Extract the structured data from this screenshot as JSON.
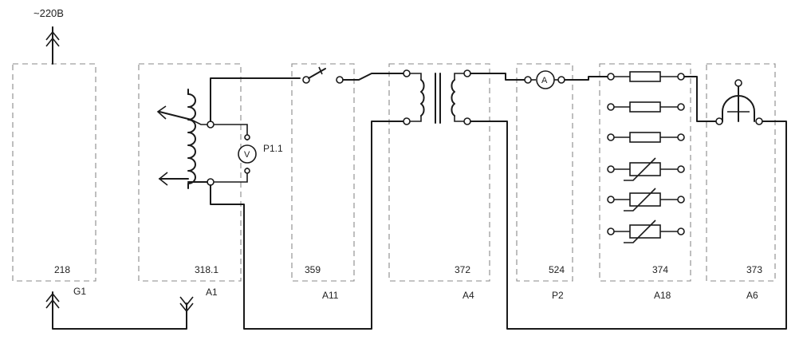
{
  "supply_label": "~220В",
  "blocks": [
    {
      "code": "218",
      "designation": "G1"
    },
    {
      "code": "318.1",
      "designation": "A1"
    },
    {
      "code": "359",
      "designation": "A11"
    },
    {
      "code": "372",
      "designation": "A4"
    },
    {
      "code": "524",
      "designation": "P2"
    },
    {
      "code": "374",
      "designation": "A18"
    },
    {
      "code": "373",
      "designation": "A6"
    }
  ],
  "voltmeter": {
    "letter": "V",
    "label": "P1.1"
  },
  "ammeter": {
    "letter": "A"
  }
}
